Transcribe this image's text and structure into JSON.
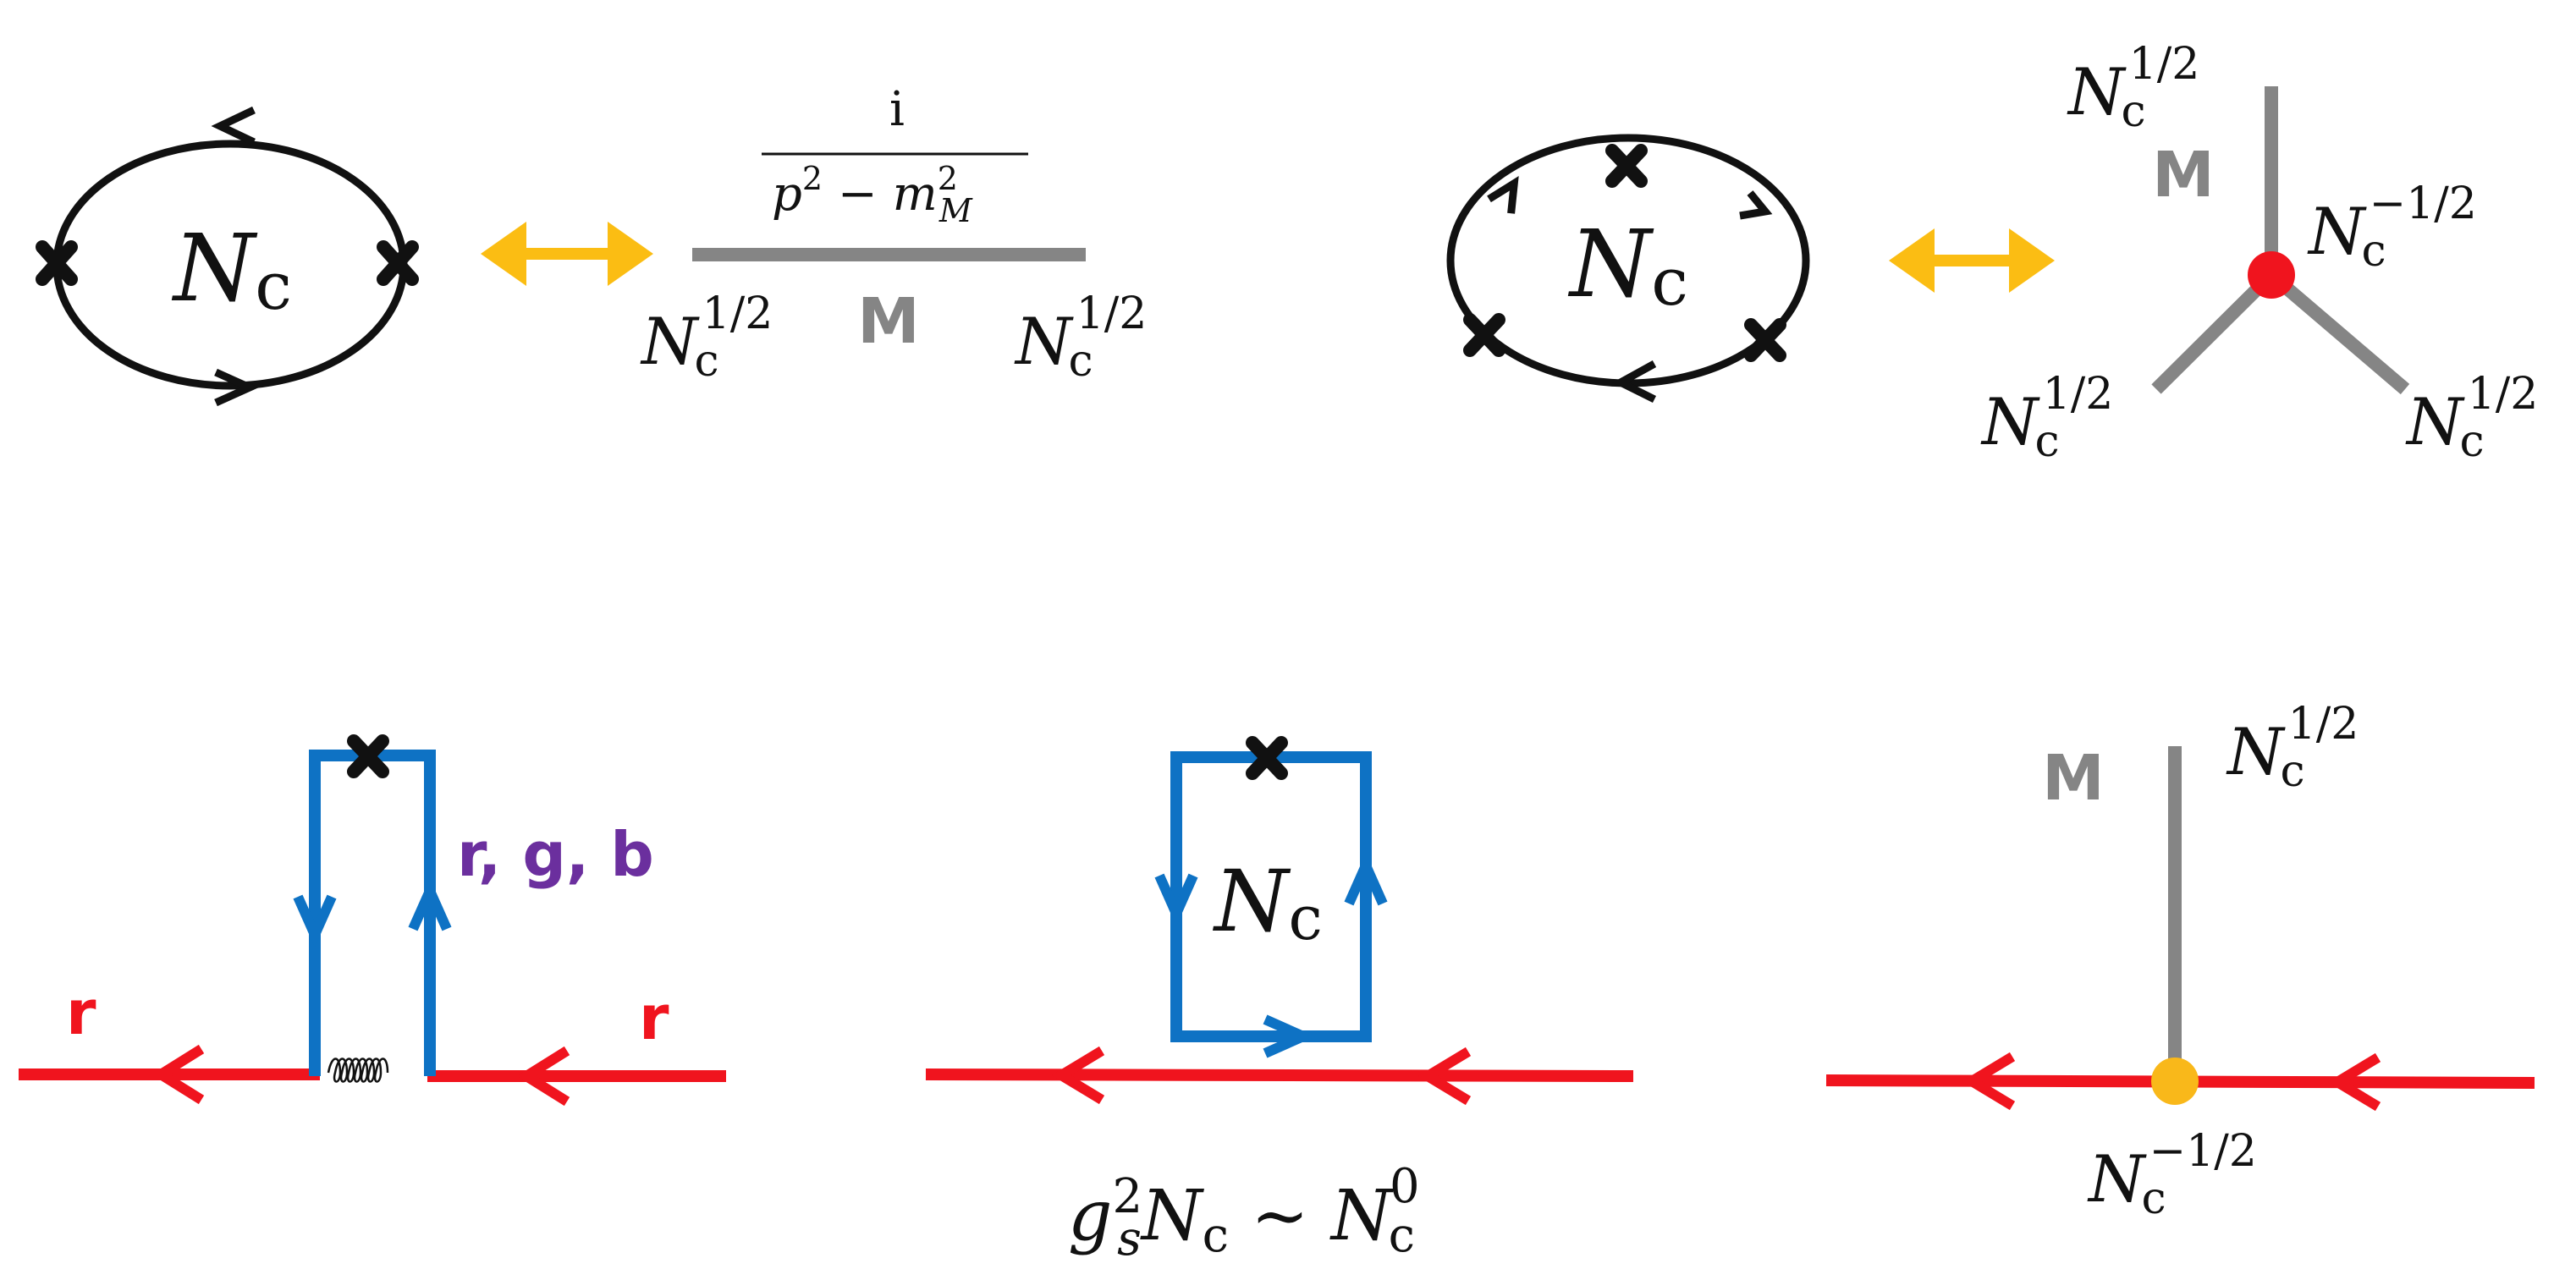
{
  "colors": {
    "black": "#111111",
    "gray": "#858585",
    "gold": "#fbbd13",
    "red_line": "#f0141e",
    "blue": "#0e72c4",
    "vertex_red": "#f0141e",
    "vertex_gold": "#f9b81a",
    "purple": "#6b2f9e"
  },
  "two_point": {
    "loop_label_base": "N",
    "loop_label_sub": "c",
    "propagator_num": "i",
    "propagator_den_p": "p",
    "propagator_den_exp": "2",
    "propagator_den_minus": " − ",
    "propagator_den_m": "m",
    "propagator_den_m_sup": "2",
    "propagator_den_m_sub": "M",
    "meson_label": "M",
    "left_scale": {
      "base": "N",
      "sub": "c",
      "sup": "1/2"
    },
    "right_scale": {
      "base": "N",
      "sub": "c",
      "sup": "1/2"
    }
  },
  "three_point": {
    "loop_label_base": "N",
    "loop_label_sub": "c",
    "meson_label": "M",
    "top_scale": {
      "base": "N",
      "sub": "c",
      "sup": "1/2"
    },
    "vertex_scale": {
      "base": "N",
      "sub": "c",
      "sup": "−1/2"
    },
    "lower_left_scale": {
      "base": "N",
      "sub": "c",
      "sup": "1/2"
    },
    "lower_right_scale": {
      "base": "N",
      "sub": "c",
      "sup": "1/2"
    }
  },
  "quark_gluon": {
    "left_quark_color": "r",
    "right_quark_color": "r",
    "loop_colors": "r, g, b"
  },
  "loop_on_quark": {
    "loop_label_base": "N",
    "loop_label_sub": "c",
    "scaling_g": "g",
    "scaling_g_sup": "2",
    "scaling_g_sub": "s",
    "scaling_mid_base": "N",
    "scaling_mid_sub": "c",
    "scaling_sim": " ∼ ",
    "scaling_rhs_base": "N",
    "scaling_rhs_sub": "c",
    "scaling_rhs_sup": "0"
  },
  "meson_on_quark": {
    "meson_label": "M",
    "top_scale": {
      "base": "N",
      "sub": "c",
      "sup": "1/2"
    },
    "vertex_scale": {
      "base": "N",
      "sub": "c",
      "sup": "−1/2"
    }
  }
}
